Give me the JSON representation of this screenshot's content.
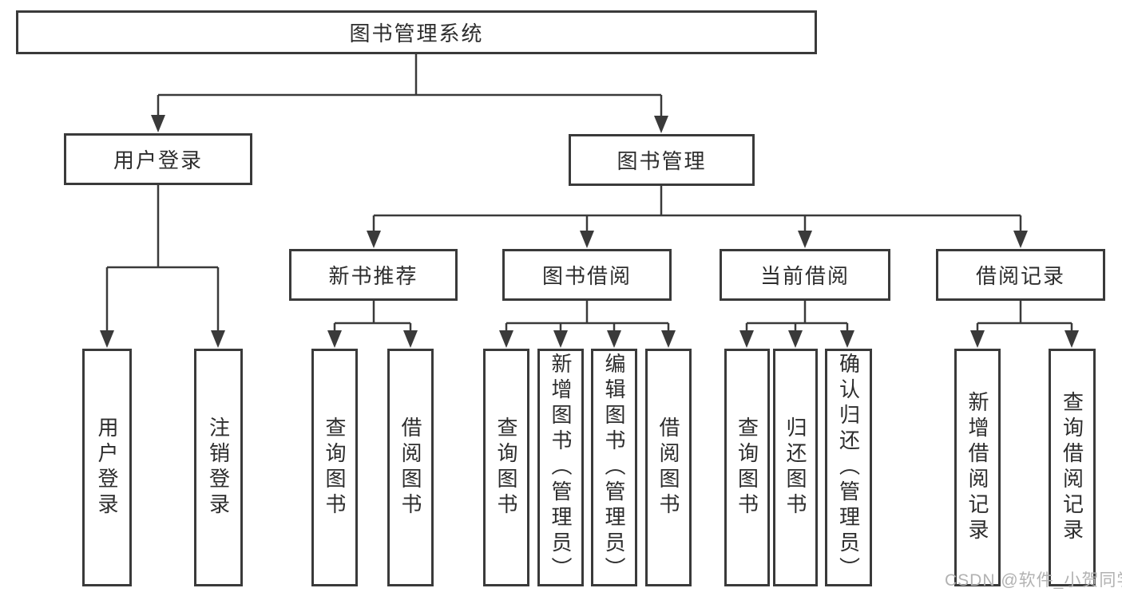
{
  "colors": {
    "line": "#3a3a3a",
    "text": "#2d2d2d",
    "box-bg": "#ffffff",
    "background": "#ffffff",
    "watermark": "#b2b2b2"
  },
  "root": {
    "label": "图书管理系统"
  },
  "branches": [
    {
      "label": "用户登录",
      "children": [
        {
          "label": "用户登录"
        },
        {
          "label": "注销登录"
        }
      ]
    },
    {
      "label": "图书管理",
      "children": [
        {
          "label": "新书推荐",
          "children": [
            {
              "label": "查询图书"
            },
            {
              "label": "借阅图书"
            }
          ]
        },
        {
          "label": "图书借阅",
          "children": [
            {
              "label": "查询图书"
            },
            {
              "label": "新增图书（管理员）"
            },
            {
              "label": "编辑图书（管理员）"
            },
            {
              "label": "借阅图书"
            }
          ]
        },
        {
          "label": "当前借阅",
          "children": [
            {
              "label": "查询图书"
            },
            {
              "label": "归还图书"
            },
            {
              "label": "确认归还（管理员）"
            }
          ]
        },
        {
          "label": "借阅记录",
          "children": [
            {
              "label": "新增借阅记录"
            },
            {
              "label": "查询借阅记录"
            }
          ]
        }
      ]
    }
  ],
  "watermark": "CSDN @软件_小贺同学"
}
